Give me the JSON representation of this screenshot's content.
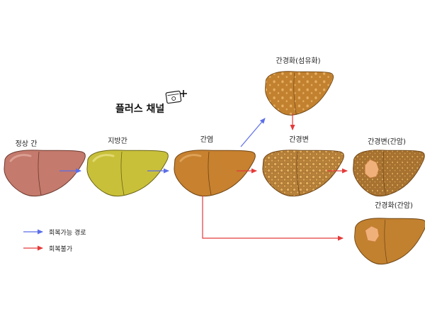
{
  "stages": {
    "normal": "정상 간",
    "fatty": "지방간",
    "hepatitis": "간염",
    "fibrosis": "간경화(섬유화)",
    "cirrhosis": "간경변",
    "cirrhosis_cancer": "간경변(간암)",
    "cirrhosis_liver_cancer": "간경화(간암)"
  },
  "brand": {
    "name": "플러스 채널"
  },
  "legend": [
    {
      "label": "회복가능 경로",
      "color": "#5b6ee8"
    },
    {
      "label": "회복불가",
      "color": "#e43a3a"
    }
  ],
  "colors": {
    "normal_liver": "#c47a6c",
    "fatty_liver": "#c9c03a",
    "hepatitis_liver": "#c7812f",
    "fibrosis_liver": "#c2812f",
    "cirrhosis_liver": "#b07a33",
    "tumor": "#f0b07a",
    "reversible_arrow": "#5b6ee8",
    "irreversible_arrow": "#e43a3a"
  },
  "icons": {
    "brand_icon": "chat-card-plus-icon"
  }
}
